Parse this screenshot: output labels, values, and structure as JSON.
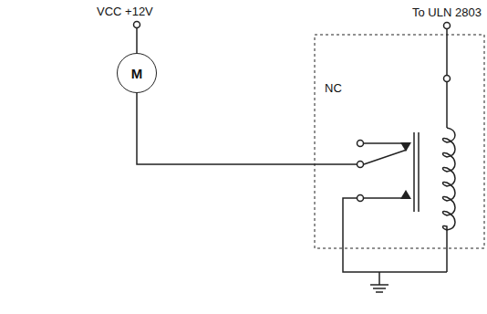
{
  "diagram": {
    "nodes": [
      {
        "text": [
          "M"
        ]
      }
    ],
    "labels": [
      "VCC +12V",
      "To ULN 2803",
      "NC"
    ]
  }
}
